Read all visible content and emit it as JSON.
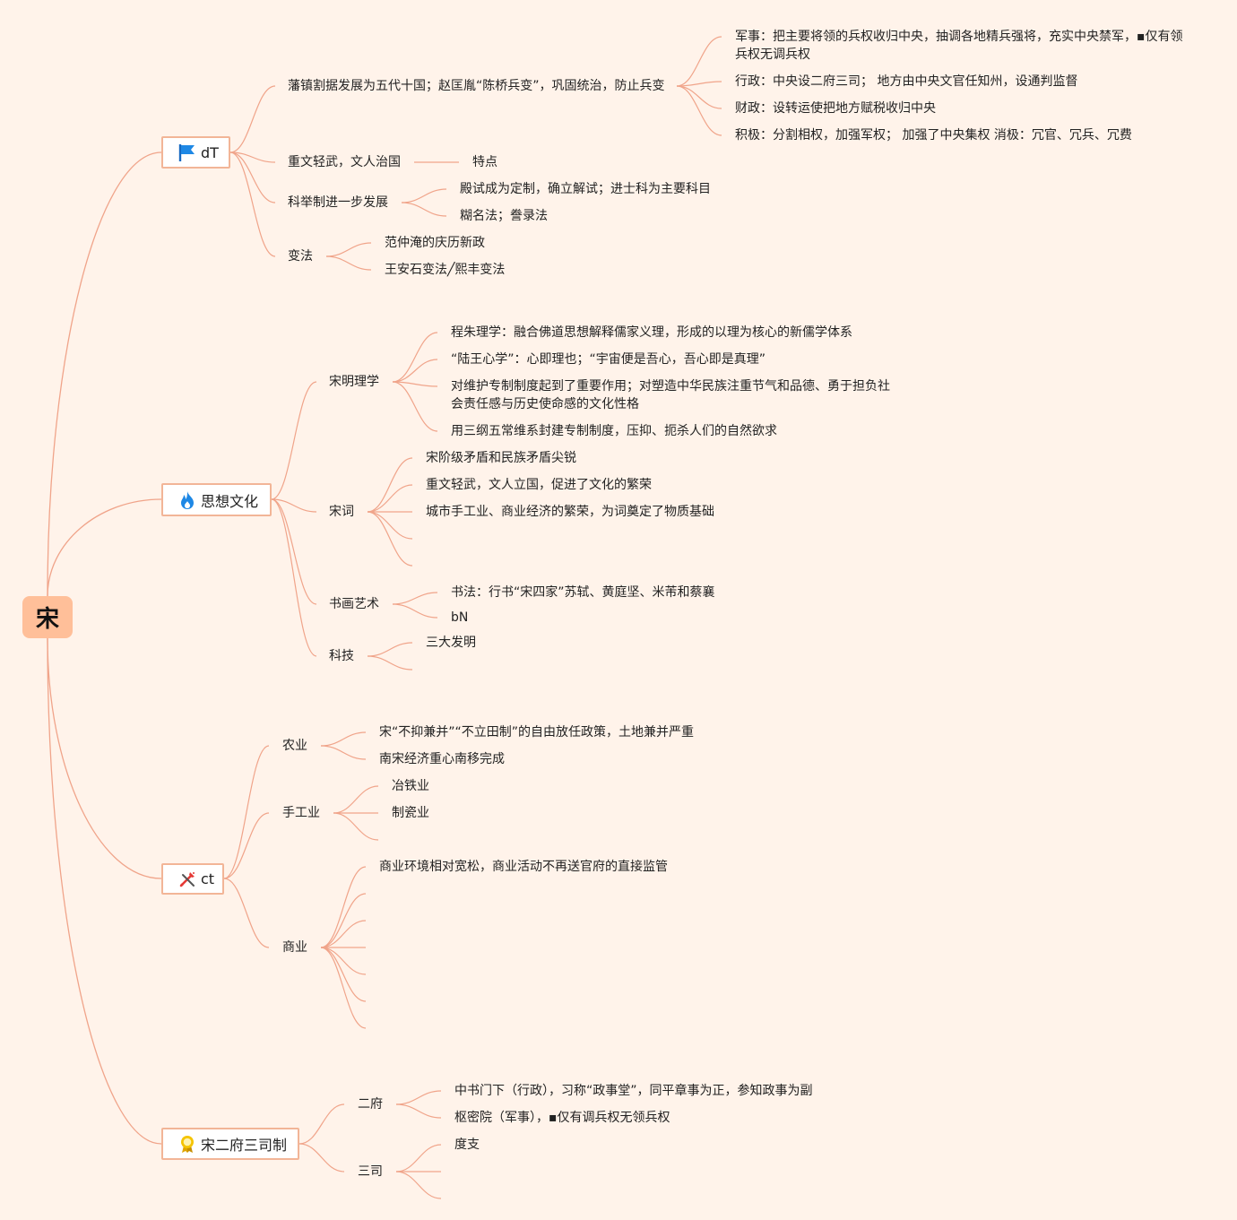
{
  "root": {
    "label": "宋"
  },
  "branches": {
    "b1": {
      "label": "dT",
      "icon": "flag-icon",
      "n_fanzhen": "藩镇割据发展为五代十国；赵匡胤“陈桥兵变”，巩固统治，防止兵变",
      "n_junshi": "军事：把主要将领的兵权收归中央，抽调各地精兵强将，充实中央禁军，▪仅有领兵权无调兵权",
      "n_xingzheng": "行政：中央设二府三司； 地方由中央文官任知州，设通判监督",
      "n_caizheng": "财政：设转运使把地方赋税收归中央",
      "n_jiji": "积极：分割相权，加强军权； 加强了中央集权 消极：冗官、冗兵、冗费",
      "n_zhongwen": "重文轻武，文人治国",
      "n_tedian": "特点",
      "n_keju": "科举制进一步发展",
      "n_dianshi": "殿试成为定制，确立解试；进士科为主要科目",
      "n_huming": "糊名法；誊录法",
      "n_bianfa": "变法",
      "n_fan": "范仲淹的庆历新政",
      "n_wang": "王安石变法╱熙丰变法"
    },
    "b2": {
      "label": "思想文化",
      "icon": "fire-icon",
      "n_lixue": "宋明理学",
      "n_chengzhu": "程朱理学：融合佛道思想解释儒家义理，形成的以理为核心的新儒学体系",
      "n_luwang": "“陆王心学”：心即理也；“宇宙便是吾心，吾心即是真理”",
      "n_weihu": "对维护专制制度起到了重要作用；对塑造中华民族注重节气和品德、勇于担负社会责任感与历史使命感的文化性格",
      "n_sangang": "用三纲五常维系封建专制制度，压抑、扼杀人们的自然欲求",
      "n_songci": "宋词",
      "n_maodun": "宋阶级矛盾和民族矛盾尖锐",
      "n_zhongwen2": "重文轻武，文人立国，促进了文化的繁荣",
      "n_chengshi": "城市手工业、商业经济的繁荣，为词奠定了物质基础",
      "n_shuhua": "书画艺术",
      "n_shufa": "书法：行书“宋四家”苏轼、黄庭坚、米芾和蔡襄",
      "n_bn": "bN",
      "n_keji": "科技",
      "n_sanda": "三大发明"
    },
    "b3": {
      "label": "ct",
      "icon": "tools-icon",
      "n_nongye": "农业",
      "n_buyi": "宋“不抑兼并”“不立田制”的自由放任政策，土地兼并严重",
      "n_nansong": "南宋经济重心南移完成",
      "n_shougong": "手工业",
      "n_yetie": "冶铁业",
      "n_zhici": "制瓷业",
      "n_shangye": "商业",
      "n_huanjing": "商业环境相对宽松，商业活动不再送官府的直接监管"
    },
    "b4": {
      "label": "宋二府三司制",
      "icon": "award-icon",
      "n_erfu": "二府",
      "n_zhongshu": "中书门下（行政），习称“政事堂”，同平章事为正，参知政事为副",
      "n_shumi": "枢密院（军事），▪仅有调兵权无领兵权",
      "n_sansi": "三司",
      "n_duzhi": "度支"
    }
  }
}
